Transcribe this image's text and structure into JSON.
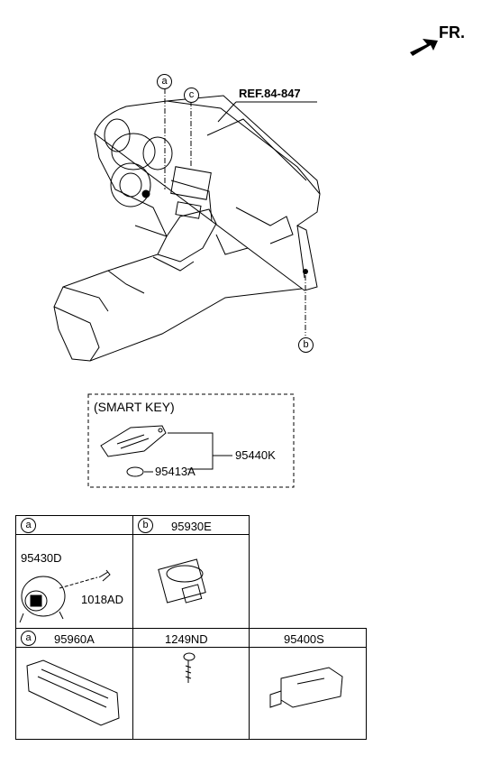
{
  "orientation": {
    "label": "FR."
  },
  "callouts": {
    "a": "a",
    "b": "b",
    "c": "c"
  },
  "reference": {
    "label": "REF.84-847"
  },
  "smart_key": {
    "title": "(SMART KEY)",
    "fob_part": "95440K",
    "battery_part": "95413A"
  },
  "table": {
    "row1": {
      "cell_a": {
        "marker": "a",
        "part": "95430D",
        "screw_part": "1018AD"
      },
      "cell_b": {
        "marker": "b",
        "part": "95930E"
      }
    },
    "row2": {
      "cell_a": {
        "marker": "a",
        "part": "95960A"
      },
      "cell_screw": {
        "part": "1249ND"
      },
      "cell_module": {
        "part": "95400S"
      }
    }
  }
}
